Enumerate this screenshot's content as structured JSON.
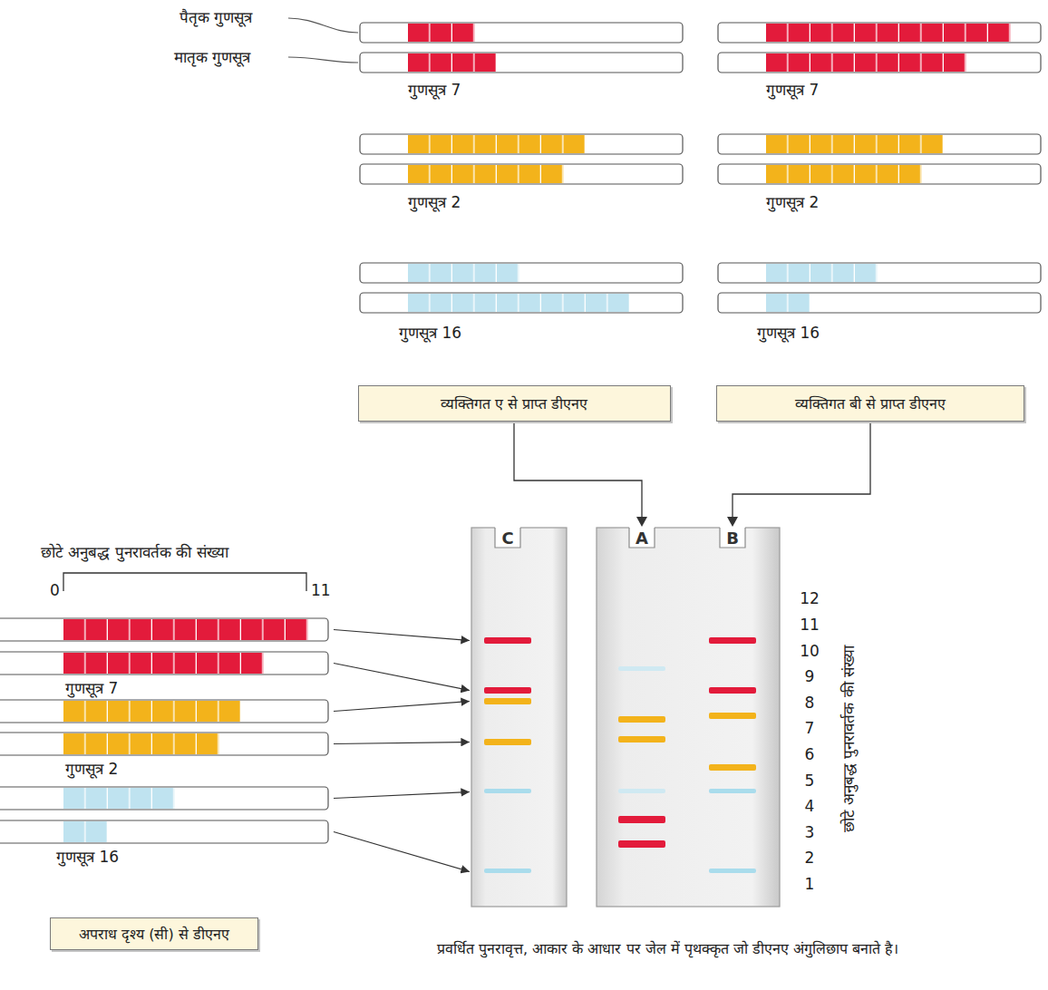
{
  "diagram": {
    "caption": "प्रवर्धित पुनरावृत्त, आकार के आधार पर जेल में पृथक्कृत जो डीएनए अंगुलिछाप बनाते है।",
    "nodes": [
      {
        "text": [
          "व्यक्तिगत ए से प्राप्त डीएनए"
        ]
      },
      {
        "text": [
          "व्यक्तिगत बी से प्राप्त डीएनए"
        ]
      },
      {
        "text": [
          "C"
        ]
      },
      {
        "text": [
          "A",
          "B"
        ]
      },
      {
        "text": [
          "अपराध दृश्य (सी) से डीएनए"
        ]
      }
    ],
    "edges": [
      {
        "from": 0,
        "to": 3,
        "arrow": "to"
      },
      {
        "from": 1,
        "to": 3,
        "arrow": "to"
      }
    ],
    "labels": [
      "पैतृक गुणसूत्र",
      "मातृक गुणसूत्र",
      "गुणसूत्र 7",
      "गुणसूत्र 7",
      "गुणसूत्र 2",
      "गुणसूत्र 2",
      "गुणसूत्र 16",
      "गुणसूत्र 16",
      "छोटे अनुबद्ध पुनरावर्तक की संख्या",
      "0",
      "11",
      "गुणसूत्र 7",
      "गुणसूत्र 2",
      "गुणसूत्र 16",
      "12",
      "11",
      "10",
      "9",
      "8",
      "7",
      "6",
      "5",
      "4",
      "3",
      "2",
      "1",
      "छोटे अनुबद्ध पुनरावर्तक की संख्या"
    ]
  }
}
